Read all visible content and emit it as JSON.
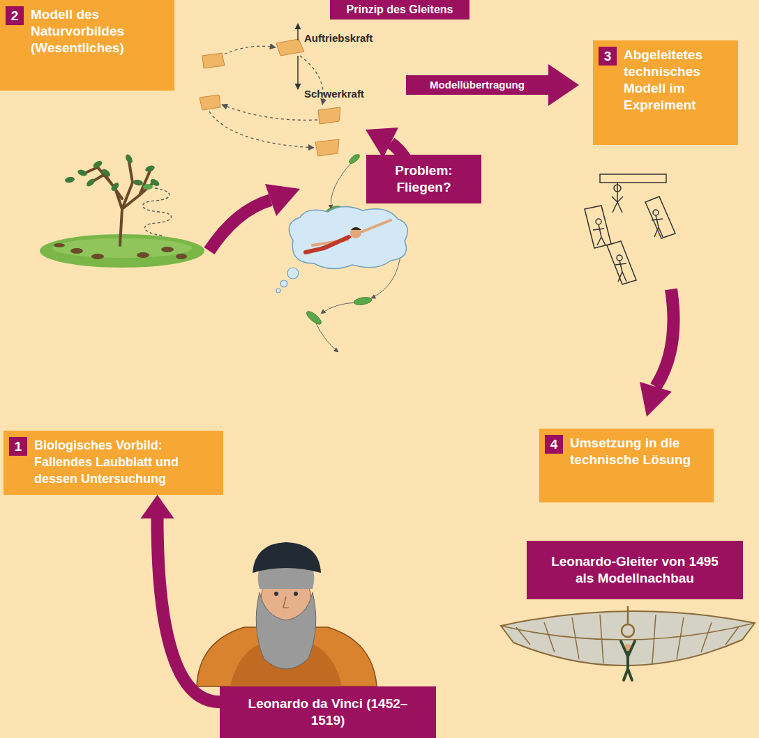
{
  "diagram": {
    "nodes": [
      {
        "text": [
          "2",
          "Modell des Naturvorbildes (Wesentliches)"
        ]
      },
      {
        "text": [
          "Prinzip des Gleitens"
        ]
      },
      {
        "text": [
          "3",
          "Abgeleitetes technisches Modell im Expreiment"
        ]
      },
      {
        "text": [
          "Modellübertragung"
        ]
      },
      {
        "text": [
          "Problem: Fliegen?"
        ]
      },
      {
        "text": [
          "4",
          "Umsetzung in die technische Lösung"
        ]
      },
      {
        "text": [
          "1",
          "Biologisches Vorbild: Fallendes Laubblatt und dessen Untersuchung"
        ]
      },
      {
        "text": [
          "Leonardo-Gleiter von 1495 als Modellnachbau"
        ]
      },
      {
        "text": [
          "Leonardo da Vinci (1452–1519)"
        ]
      }
    ],
    "edges": [
      {
        "from": 8,
        "to": 6,
        "arrow": "to"
      }
    ],
    "labels": [
      "Auftriebskraft",
      "Schwerkraft"
    ]
  }
}
